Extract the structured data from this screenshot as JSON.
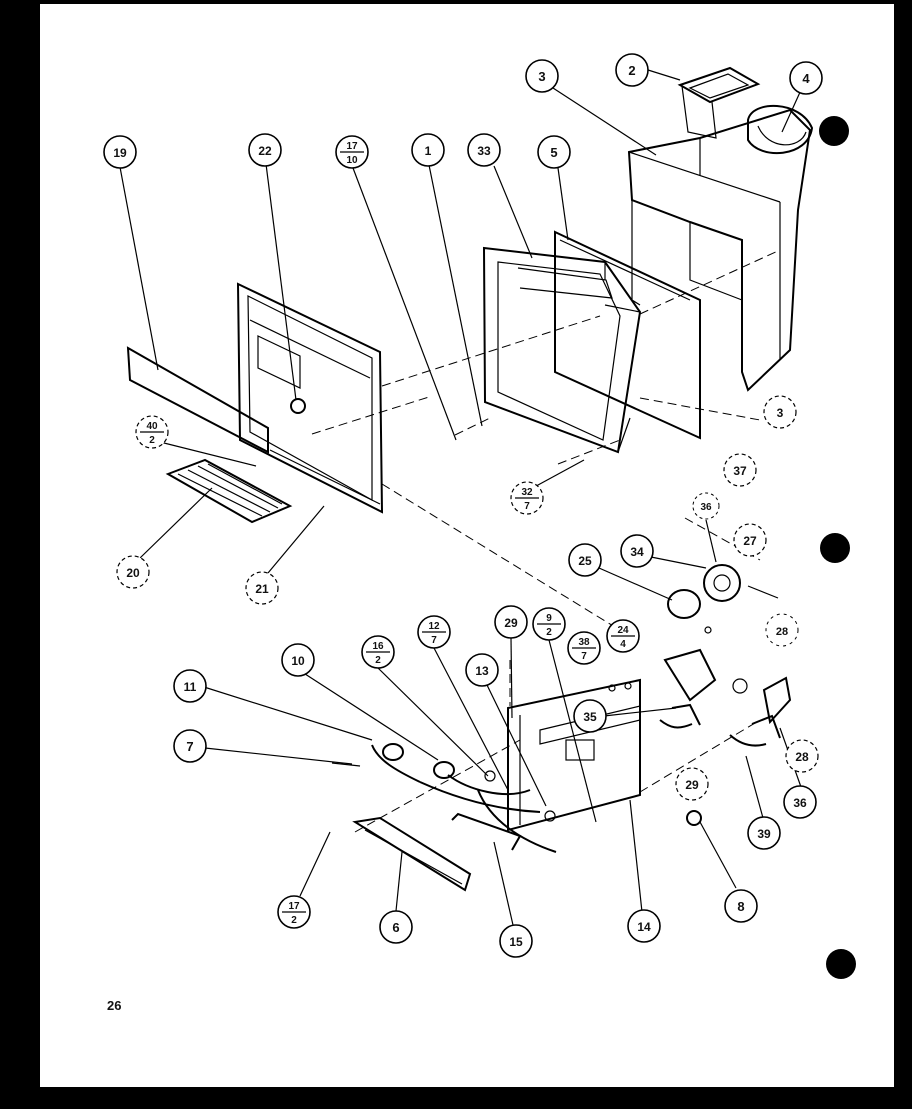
{
  "page": {
    "page_number": "26"
  },
  "callouts": [
    {
      "id": "c2",
      "label": "2",
      "style": "solid"
    },
    {
      "id": "c3",
      "label": "3",
      "style": "solid"
    },
    {
      "id": "c4",
      "label": "4",
      "style": "solid"
    },
    {
      "id": "c19",
      "label": "19",
      "style": "solid"
    },
    {
      "id": "c22",
      "label": "22",
      "style": "solid"
    },
    {
      "id": "c17-10",
      "label": "17",
      "sub": "10",
      "style": "fraction"
    },
    {
      "id": "c1",
      "label": "1",
      "style": "solid"
    },
    {
      "id": "c33",
      "label": "33",
      "style": "solid"
    },
    {
      "id": "c5",
      "label": "5",
      "style": "solid"
    },
    {
      "id": "c3b",
      "label": "3",
      "style": "dashed"
    },
    {
      "id": "c37",
      "label": "37",
      "style": "dashed"
    },
    {
      "id": "c40-2",
      "label": "40",
      "sub": "2",
      "style": "fraction-dashed"
    },
    {
      "id": "c32-7",
      "label": "32",
      "sub": "7",
      "style": "fraction-dashed"
    },
    {
      "id": "c20",
      "label": "20",
      "style": "dashed"
    },
    {
      "id": "c21",
      "label": "21",
      "style": "dashed"
    },
    {
      "id": "c36a",
      "label": "36",
      "style": "dashed"
    },
    {
      "id": "c27",
      "label": "27",
      "style": "dashed"
    },
    {
      "id": "c25",
      "label": "25",
      "style": "solid"
    },
    {
      "id": "c34",
      "label": "34",
      "style": "solid"
    },
    {
      "id": "c28a",
      "label": "28",
      "style": "dashed"
    },
    {
      "id": "c11",
      "label": "11",
      "style": "solid"
    },
    {
      "id": "c10",
      "label": "10",
      "style": "solid"
    },
    {
      "id": "c16-2",
      "label": "16",
      "sub": "2",
      "style": "fraction"
    },
    {
      "id": "c12-7",
      "label": "12",
      "sub": "7",
      "style": "fraction"
    },
    {
      "id": "c29a",
      "label": "29",
      "style": "solid"
    },
    {
      "id": "c9-2",
      "label": "9",
      "sub": "2",
      "style": "fraction"
    },
    {
      "id": "c38-7",
      "label": "38",
      "sub": "7",
      "style": "fraction"
    },
    {
      "id": "c24-4",
      "label": "24",
      "sub": "4",
      "style": "fraction"
    },
    {
      "id": "c13",
      "label": "13",
      "style": "solid"
    },
    {
      "id": "c35",
      "label": "35",
      "style": "solid"
    },
    {
      "id": "c7",
      "label": "7",
      "style": "solid"
    },
    {
      "id": "c29b",
      "label": "29",
      "style": "dashed"
    },
    {
      "id": "c28b",
      "label": "28",
      "style": "dashed"
    },
    {
      "id": "c36b",
      "label": "36",
      "style": "solid"
    },
    {
      "id": "c39",
      "label": "39",
      "style": "solid"
    },
    {
      "id": "c8",
      "label": "8",
      "style": "solid"
    },
    {
      "id": "c17-2",
      "label": "17",
      "sub": "2",
      "style": "fraction"
    },
    {
      "id": "c6",
      "label": "6",
      "style": "solid"
    },
    {
      "id": "c15",
      "label": "15",
      "style": "solid"
    },
    {
      "id": "c14",
      "label": "14",
      "style": "solid"
    }
  ],
  "colors": {
    "paper": "#ffffff",
    "ink": "#000000",
    "margin": "#000000"
  }
}
